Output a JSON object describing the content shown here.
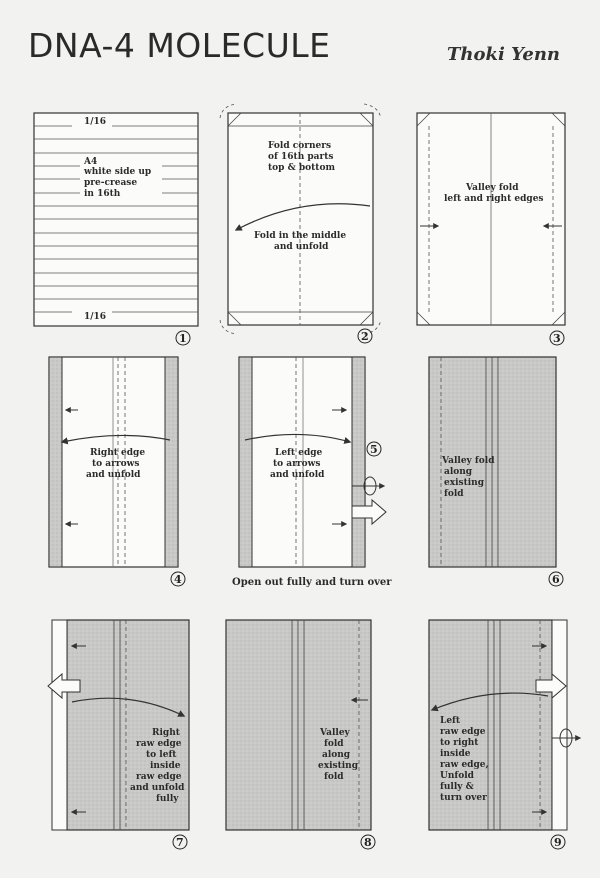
{
  "header": {
    "title": "DNA-4 MOLECULE",
    "author": "Thoki Yenn"
  },
  "steps": [
    {
      "number": "1",
      "lines": [
        "1/16",
        "A4",
        "white side up",
        "pre-crease",
        "in 16th",
        "1/16"
      ]
    },
    {
      "number": "2",
      "lines": [
        "Fold corners",
        "of 16th parts",
        "top & bottom",
        "Fold in the middle",
        "and unfold"
      ]
    },
    {
      "number": "3",
      "lines": [
        "Valley fold",
        "left and right edges"
      ]
    },
    {
      "number": "4",
      "lines": [
        "Right edge",
        "to arrows",
        "and unfold"
      ]
    },
    {
      "number": "5",
      "lines": [
        "Left edge",
        "to arrows",
        "and unfold"
      ]
    },
    {
      "number": "6",
      "lines": [
        "Valley fold",
        "along",
        "existing",
        "fold"
      ]
    },
    {
      "number": "7",
      "lines": [
        "Right",
        "raw edge",
        "to left",
        "inside",
        "raw edge",
        "and unfold",
        "fully"
      ]
    },
    {
      "number": "8",
      "lines": [
        "Valley",
        "fold",
        "along",
        "existing",
        "fold"
      ]
    },
    {
      "number": "9",
      "lines": [
        "Left",
        "raw edge",
        "to right",
        "inside",
        "raw edge,",
        "Unfold",
        "fully &",
        "turn over"
      ]
    }
  ],
  "captions": {
    "open_out": "Open out fully and turn over"
  }
}
